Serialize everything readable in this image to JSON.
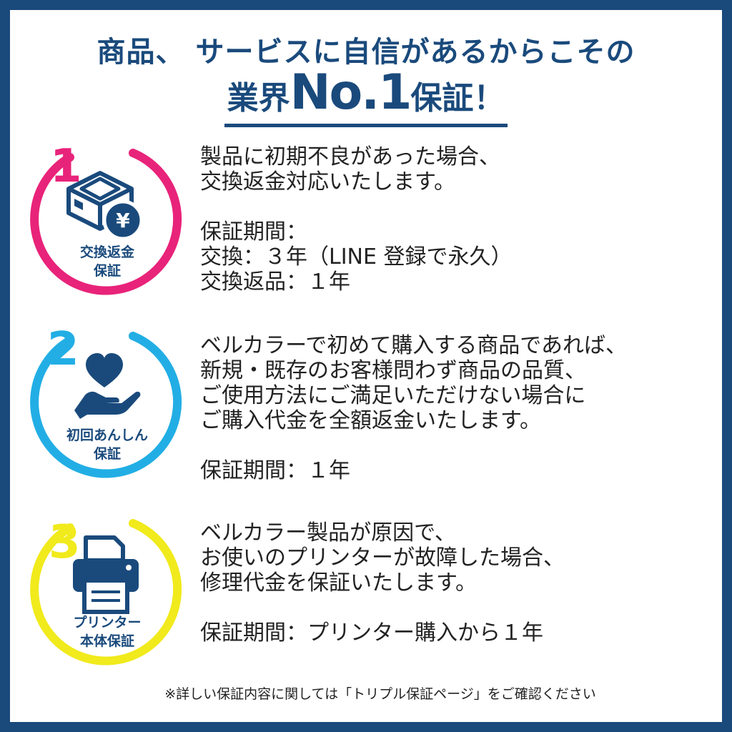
{
  "header": {
    "line1": "商品、 サービスに自信があるからこその",
    "line2_pre": "業界",
    "line2_big": "No.1",
    "line2_post": "保証！"
  },
  "guarantees": [
    {
      "number": "1",
      "color": "#e8237a",
      "icon": "box-yen-icon",
      "label_line1": "交換返金",
      "label_line2": "保証",
      "text_lines": [
        "製品に初期不良があった場合、",
        "交換返金対応いたします。"
      ],
      "period_lines": [
        "保証期間：",
        "交換：３年（LINE 登録で永久）",
        "交換返品：１年"
      ]
    },
    {
      "number": "2",
      "color": "#22aee5",
      "icon": "heart-hand-icon",
      "label_line1": "初回あんしん",
      "label_line2": "保証",
      "text_lines": [
        "ベルカラーで初めて購入する商品であれば、",
        "新規・既存のお客様問わず商品の品質、",
        "ご使用方法にご満足いただけない場合に",
        "ご購入代金を全額返金いたします。"
      ],
      "period_lines": [
        "保証期間：１年"
      ]
    },
    {
      "number": "3",
      "color": "#f1ea1c",
      "icon": "printer-icon",
      "label_line1": "プリンター",
      "label_line2": "本体保証",
      "text_lines": [
        "ベルカラー製品が原因で、",
        "お使いのプリンターが故障した場合、",
        "修理代金を保証いたします。"
      ],
      "period_lines": [
        "保証期間：プリンター購入から１年"
      ]
    }
  ],
  "footnote": "※詳しい保証内容に関しては「トリプル保証ページ」をご確認ください",
  "colors": {
    "navy": "#1a4a7c",
    "pink": "#e8237a",
    "blue": "#22aee5",
    "yellow": "#f1ea1c"
  }
}
